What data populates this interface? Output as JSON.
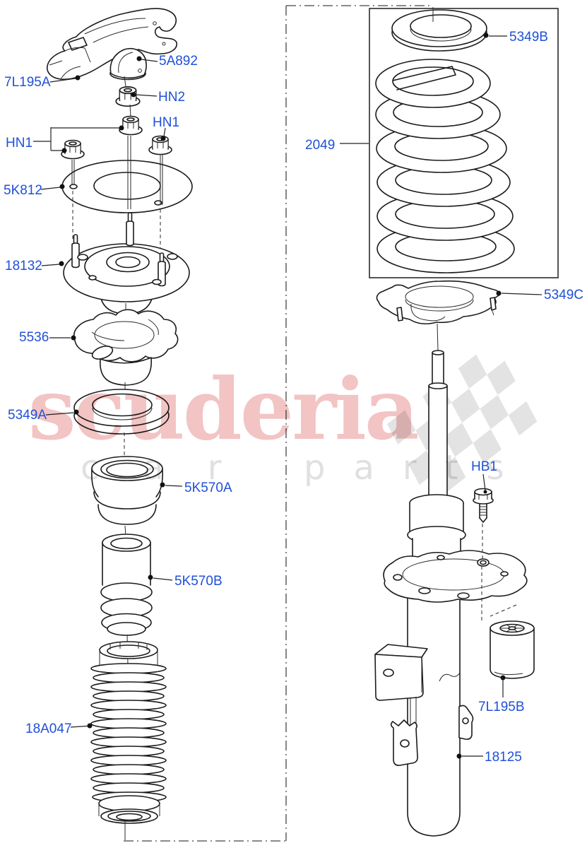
{
  "watermark": {
    "brand": "scuderia",
    "tagline_left": "car",
    "tagline_right": "parts",
    "brand_color": "#f2c4c4",
    "tagline_color": "#e0e0e0",
    "flag_color": "#e3e3e3"
  },
  "diagram": {
    "type": "exploded-parts-diagram",
    "label_color": "#2050d8",
    "line_color": "#1b1b1b",
    "labels": [
      {
        "id": "7L195A",
        "text": "7L195A"
      },
      {
        "id": "5A892",
        "text": "5A892"
      },
      {
        "id": "HN2",
        "text": "HN2"
      },
      {
        "id": "HN1-right",
        "text": "HN1"
      },
      {
        "id": "HN1-left",
        "text": "HN1"
      },
      {
        "id": "5K812",
        "text": "5K812"
      },
      {
        "id": "18132",
        "text": "18132"
      },
      {
        "id": "5536",
        "text": "5536"
      },
      {
        "id": "5349A",
        "text": "5349A"
      },
      {
        "id": "5K570A",
        "text": "5K570A"
      },
      {
        "id": "5K570B",
        "text": "5K570B"
      },
      {
        "id": "18A047",
        "text": "18A047"
      },
      {
        "id": "5349B",
        "text": "5349B"
      },
      {
        "id": "2049",
        "text": "2049"
      },
      {
        "id": "5349C",
        "text": "5349C"
      },
      {
        "id": "HB1",
        "text": "HB1"
      },
      {
        "id": "7L195B",
        "text": "7L195B"
      },
      {
        "id": "18125",
        "text": "18125"
      }
    ]
  }
}
